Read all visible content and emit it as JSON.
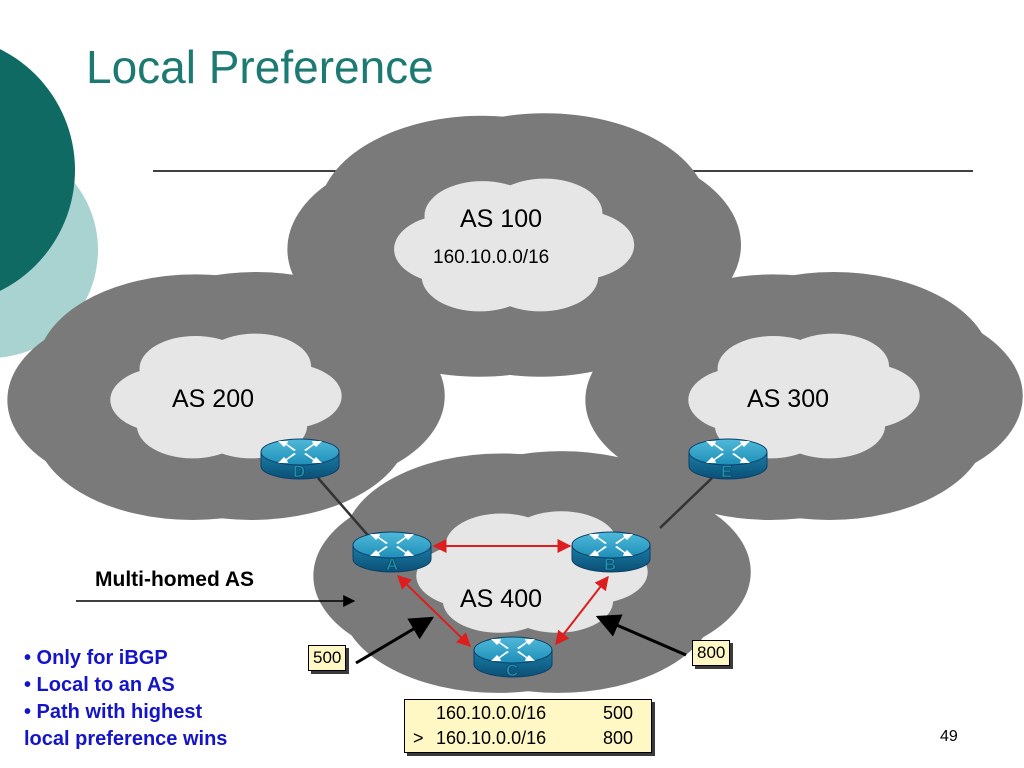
{
  "slide": {
    "title": "Local Preference",
    "page_number": "49"
  },
  "colors": {
    "title": "#1d7a73",
    "dark_teal": "#0e6a63",
    "light_teal": "#a9d3d0",
    "cloud_fill": "#e6e6e6",
    "arrow_red": "#dd1e1e",
    "bullet_text": "#1414c8",
    "box_fill": "#fff7c4"
  },
  "clouds": [
    {
      "id": "as100",
      "label": "AS 100",
      "prefix": "160.10.0.0/16"
    },
    {
      "id": "as200",
      "label": "AS 200"
    },
    {
      "id": "as300",
      "label": "AS 300"
    },
    {
      "id": "as400",
      "label": "AS 400"
    }
  ],
  "routers": [
    {
      "id": "D",
      "label": "D"
    },
    {
      "id": "E",
      "label": "E"
    },
    {
      "id": "A",
      "label": "A"
    },
    {
      "id": "B",
      "label": "B"
    },
    {
      "id": "C",
      "label": "C"
    }
  ],
  "multi_homed_label": "Multi-homed AS",
  "local_pref_boxes": [
    {
      "id": "left",
      "value": "500"
    },
    {
      "id": "right",
      "value": "800"
    }
  ],
  "bgp_table": {
    "rows": [
      {
        "marker": "",
        "prefix": "160.10.0.0/16",
        "pref": "500"
      },
      {
        "marker": ">",
        "prefix": "160.10.0.0/16",
        "pref": "800"
      }
    ]
  },
  "bullets": [
    "• Only for iBGP",
    "• Local to an AS",
    "• Path with highest",
    "local preference wins"
  ]
}
